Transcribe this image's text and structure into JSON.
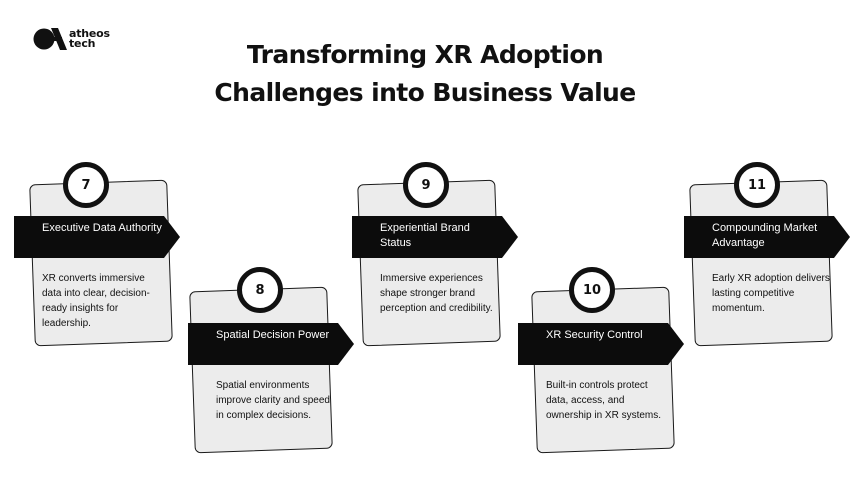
{
  "brand": {
    "name_line1": "atheos",
    "name_line2": "tech"
  },
  "title": {
    "line1": "Transforming XR Adoption",
    "line2": "Challenges into Business Value"
  },
  "cards": [
    {
      "number": "7",
      "heading": "Executive Data Authority",
      "description": "XR converts immersive data into clear, decision-ready insights for leadership."
    },
    {
      "number": "8",
      "heading": "Spatial Decision Power",
      "description": "Spatial environments improve clarity and speed in complex decisions."
    },
    {
      "number": "9",
      "heading": "Experiential Brand Status",
      "description": "Immersive experiences shape stronger brand perception and credibility."
    },
    {
      "number": "10",
      "heading": "XR Security Control",
      "description": "Built-in controls protect data, access, and ownership in XR systems."
    },
    {
      "number": "11",
      "heading": "Compounding Market Advantage",
      "description": "Early XR adoption delivers lasting competitive momentum."
    }
  ],
  "colors": {
    "banner": "#0c0c0c",
    "card": "#ececec",
    "text": "#111111",
    "background": "#ffffff"
  }
}
